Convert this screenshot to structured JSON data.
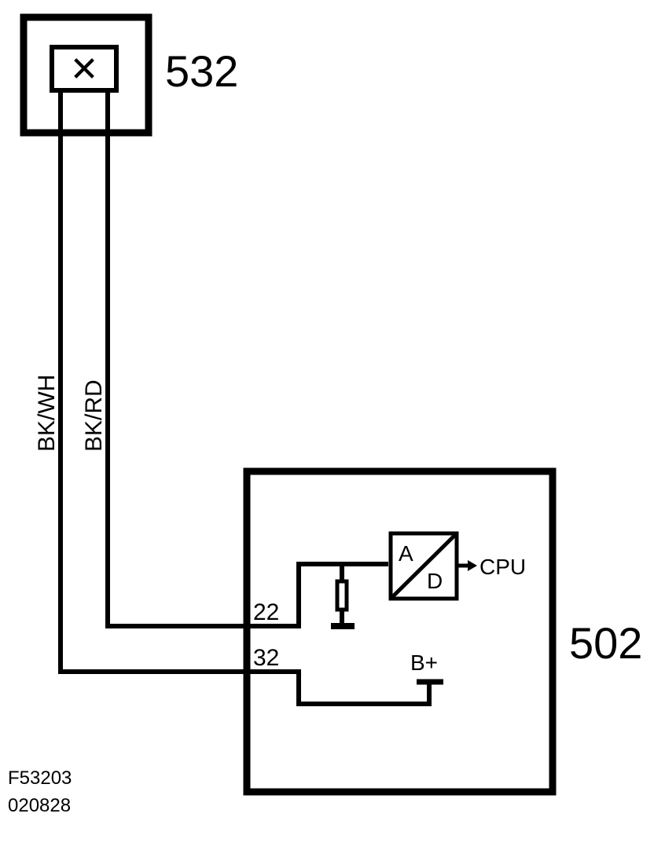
{
  "components": {
    "sensor": {
      "number": "532",
      "symbol": "✕"
    },
    "module": {
      "number": "502"
    }
  },
  "wires": {
    "outer": {
      "color_code": "BK/WH"
    },
    "inner": {
      "color_code": "BK/RD"
    }
  },
  "pins": {
    "signal": "22",
    "supply": "32"
  },
  "converter": {
    "input_label": "A",
    "output_label": "D",
    "output_target": "CPU"
  },
  "supply_label": "B+",
  "figure_id": {
    "code": "F53203",
    "date": "020828"
  },
  "colors": {
    "ink": "#000000",
    "background": "#ffffff"
  }
}
